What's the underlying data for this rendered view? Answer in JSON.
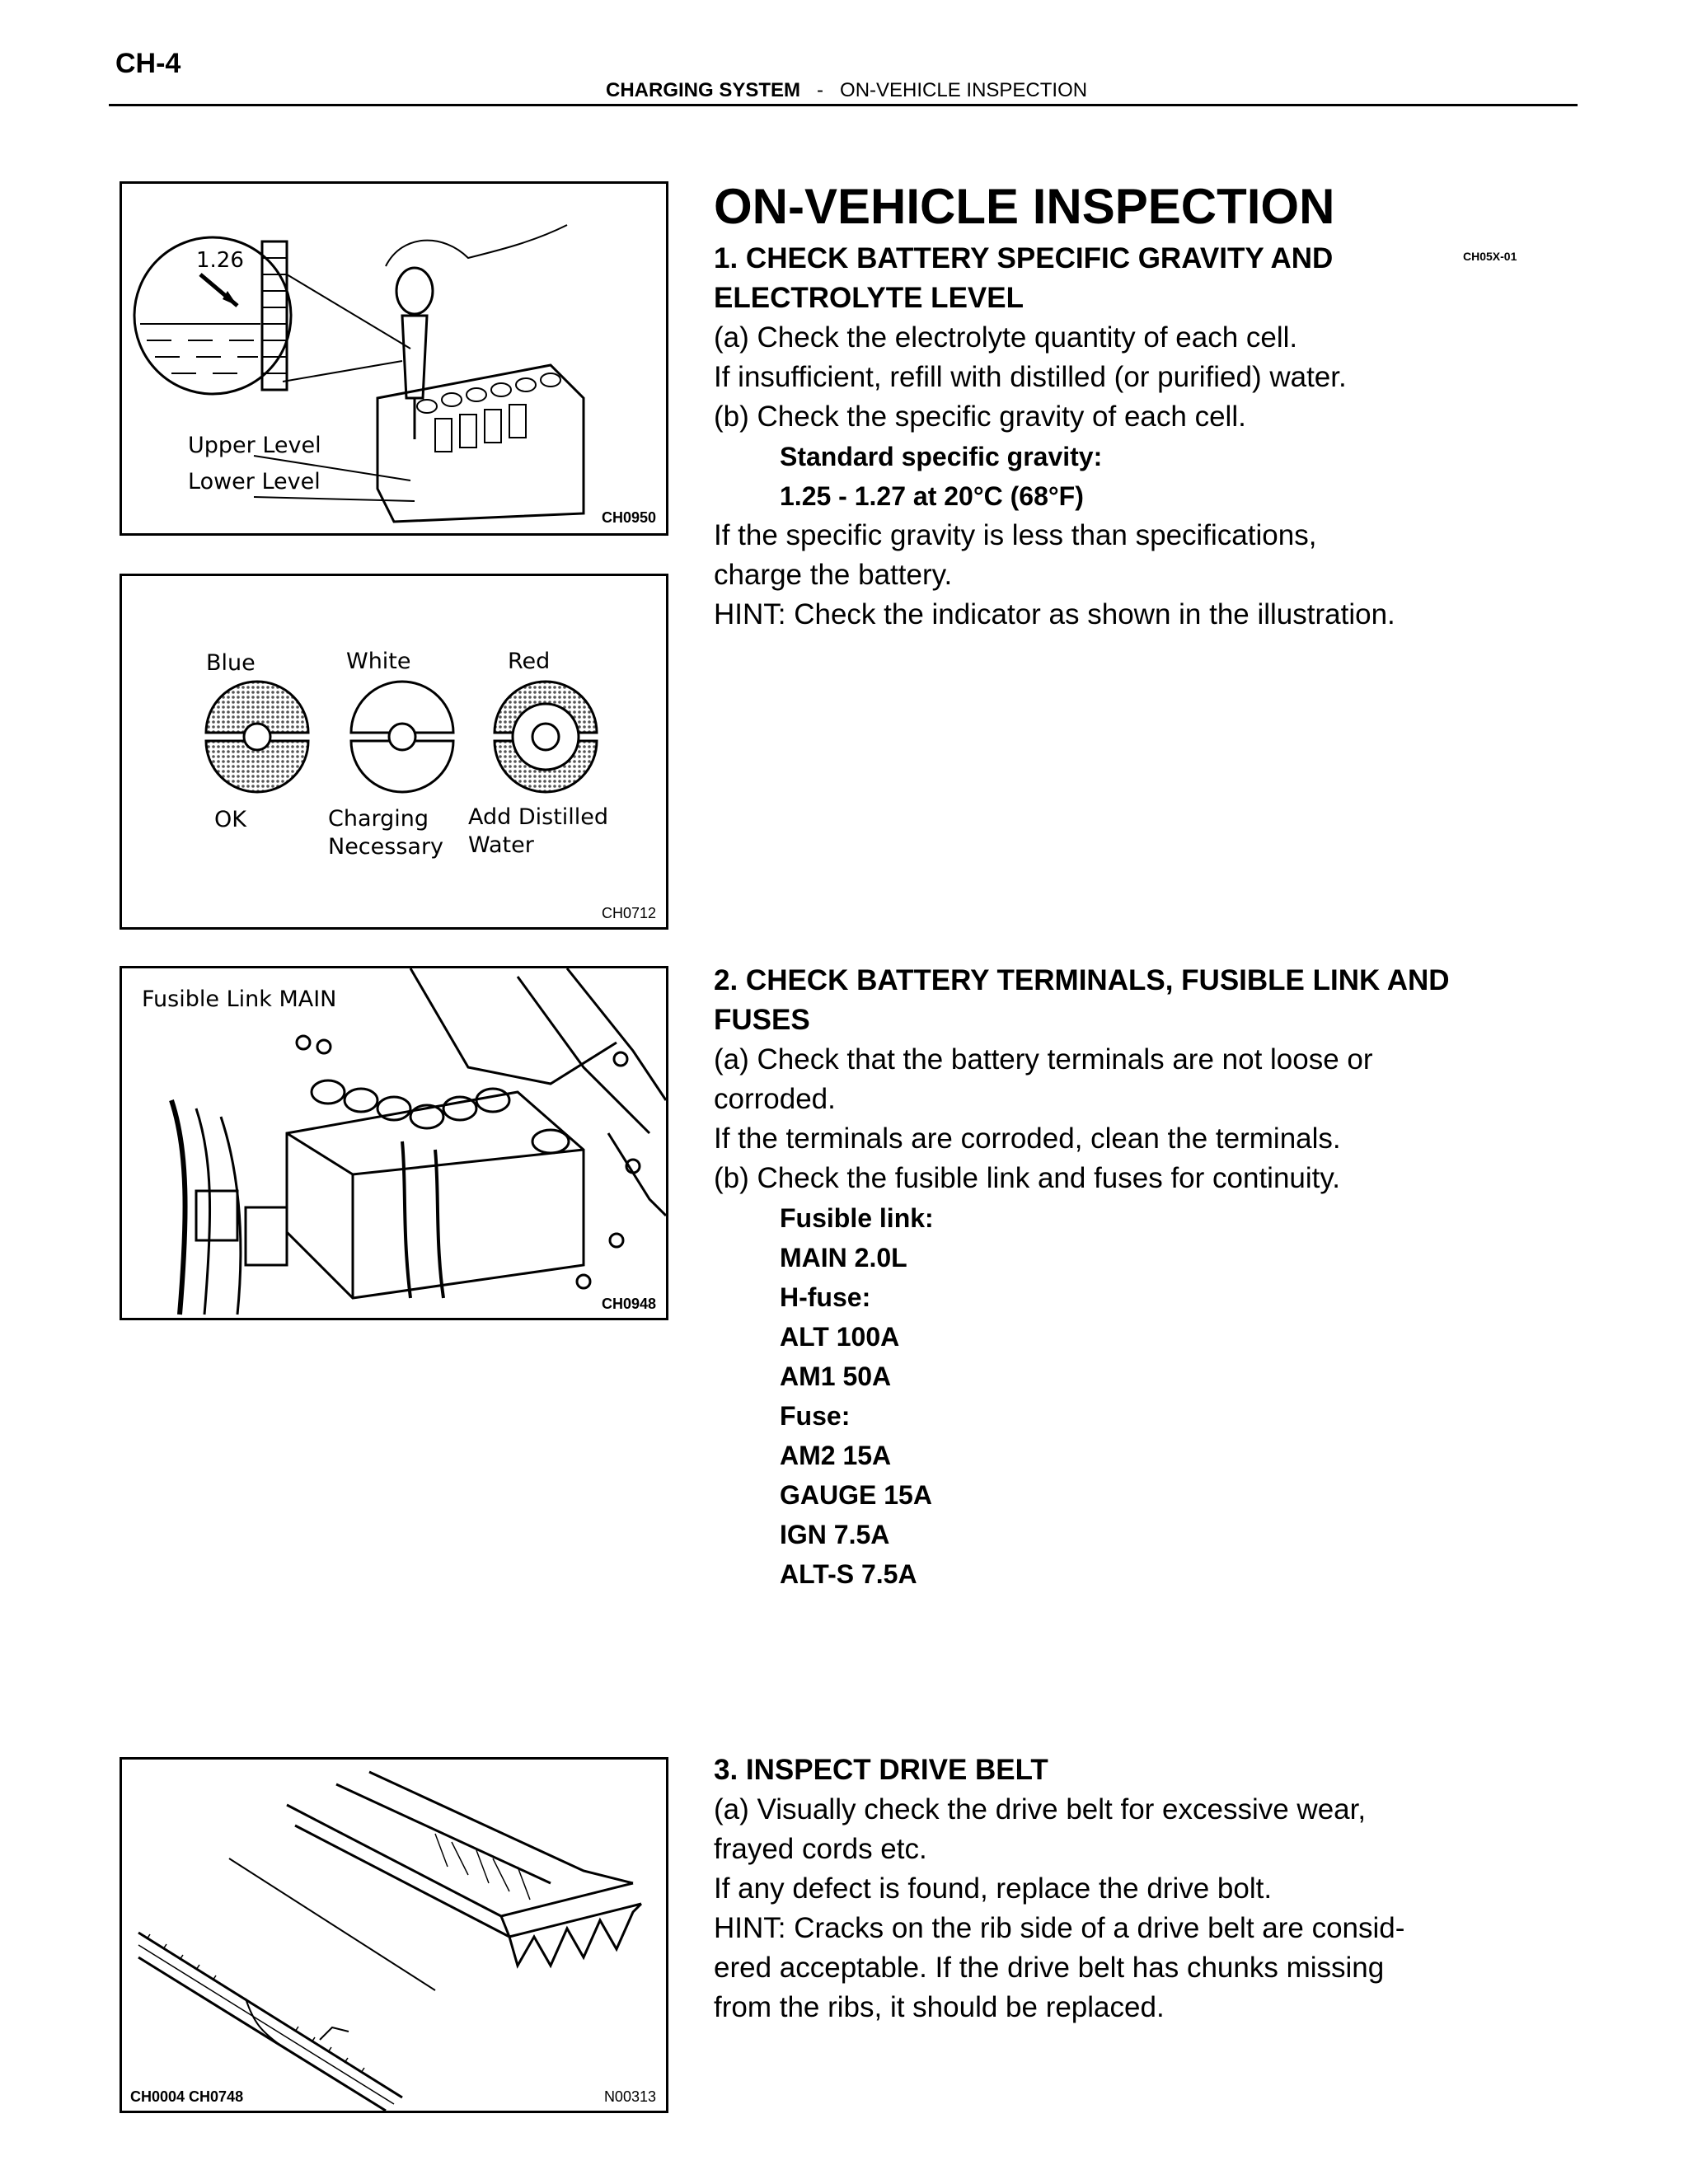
{
  "header": {
    "page_number": "CH-4",
    "section": "CHARGING SYSTEM",
    "separator": "-",
    "subsection": "ON-VEHICLE INSPECTION"
  },
  "figures": {
    "hydrometer": {
      "reading": "1.26",
      "upper_label": "Upper Level",
      "lower_label": "Lower Level",
      "code": "CH0950"
    },
    "indicator": {
      "items": [
        {
          "color_label": "Blue",
          "status": "OK",
          "status2": ""
        },
        {
          "color_label": "White",
          "status": "Charging",
          "status2": "Necessary"
        },
        {
          "color_label": "Red",
          "status": "Add Distilled",
          "status2": "Water"
        }
      ],
      "code": "CH0712"
    },
    "fusible": {
      "label": "Fusible Link MAIN",
      "code": "CH0948"
    },
    "belt": {
      "code_left": "CH0004 CH0748",
      "code_right": "N00313"
    }
  },
  "section1": {
    "title": "ON-VEHICLE INSPECTION",
    "ref_code": "CH05X-01",
    "heading_line1": "1. CHECK BATTERY SPECIFIC GRAVITY AND",
    "heading_line2": "ELECTROLYTE LEVEL",
    "lines": [
      "(a) Check the electrolyte quantity of each cell.",
      "If insufficient, refill with distilled (or purified) water.",
      "(b) Check the specific gravity of each cell."
    ],
    "spec_label": "Standard specific gravity:",
    "spec_value": "1.25 - 1.27 at 20°C (68°F)",
    "after": [
      "If the specific gravity is less than specifications,",
      "charge the battery.",
      "HINT: Check the indicator as shown in the illustration."
    ]
  },
  "section2": {
    "heading_line1": "2. CHECK BATTERY TERMINALS, FUSIBLE LINK AND",
    "heading_line2": "FUSES",
    "lines": [
      "(a) Check that the battery terminals are not loose or",
      "corroded.",
      "If the terminals are corroded, clean the terminals.",
      "(b) Check the fusible link and fuses for continuity."
    ],
    "specs": [
      "Fusible link:",
      "MAIN 2.0L",
      "H-fuse:",
      "ALT 100A",
      "AM1 50A",
      "Fuse:",
      "AM2 15A",
      "GAUGE 15A",
      "IGN 7.5A",
      "ALT-S  7.5A"
    ]
  },
  "section3": {
    "heading": "3. INSPECT DRIVE BELT",
    "lines": [
      "(a) Visually check the drive belt for excessive wear,",
      "frayed cords etc.",
      "If any defect is found, replace the drive bolt.",
      "HINT: Cracks on the rib side of a drive belt are consid-",
      "ered acceptable. If the drive belt has chunks missing",
      "from the ribs, it should be replaced."
    ]
  }
}
